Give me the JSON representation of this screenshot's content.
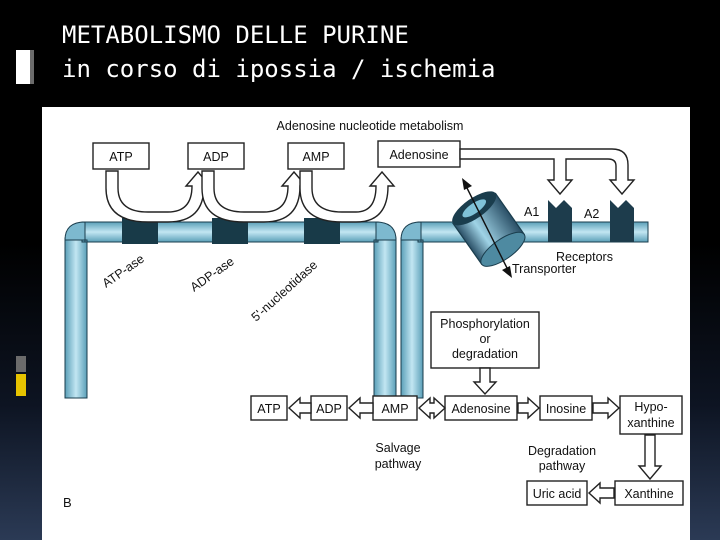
{
  "slide": {
    "title_line1": "METABOLISMO DELLE PURINE",
    "title_line2": "in corso di ipossia / ischemia"
  },
  "diagram": {
    "heading": "Adenosine nucleotide metabolism",
    "top_boxes": {
      "atp": "ATP",
      "adp": "ADP",
      "amp": "AMP",
      "adenosine": "Adenosine"
    },
    "enzymes": {
      "atpase": "ATP-ase",
      "adpase": "ADP-ase",
      "nucleotidase": "5'-nucleotidase"
    },
    "receptors": {
      "a1": "A1",
      "a2": "A2",
      "label": "Receptors"
    },
    "transporter": "Transporter",
    "phospho_box": [
      "Phosphorylation",
      "or",
      "degradation"
    ],
    "bottom_boxes": {
      "atp": "ATP",
      "adp": "ADP",
      "amp": "AMP",
      "adenosine": "Adenosine",
      "inosine": "Inosine",
      "hypoxanthine": [
        "Hypo-",
        "xanthine"
      ],
      "xanthine": "Xanthine",
      "uric_acid": "Uric acid"
    },
    "salvage": [
      "Salvage",
      "pathway"
    ],
    "degradation": [
      "Degradation",
      "pathway"
    ],
    "panel_letter": "B",
    "colors": {
      "membrane_fill": "#8ec8dd",
      "membrane_stroke": "#1a3d4d",
      "enzyme": "#183a48",
      "receptor": "#1d3c4c"
    }
  }
}
